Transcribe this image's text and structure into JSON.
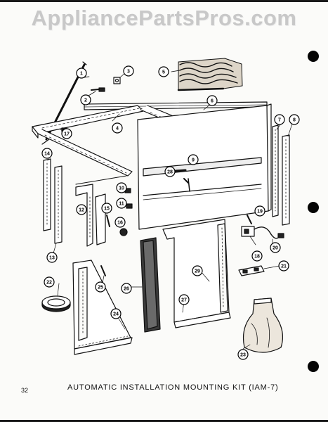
{
  "watermark": "AppliancePartsPros.com",
  "page_number": "32",
  "caption": "AUTOMATIC INSTALLATION MOUNTING KIT (IAM-7)",
  "callouts": [
    "1",
    "2",
    "3",
    "5",
    "6",
    "4",
    "17",
    "7",
    "8",
    "9",
    "14",
    "28",
    "10",
    "11",
    "12",
    "15",
    "16",
    "19",
    "13",
    "18",
    "20",
    "21",
    "22",
    "25",
    "26",
    "29",
    "24",
    "27",
    "23"
  ]
}
